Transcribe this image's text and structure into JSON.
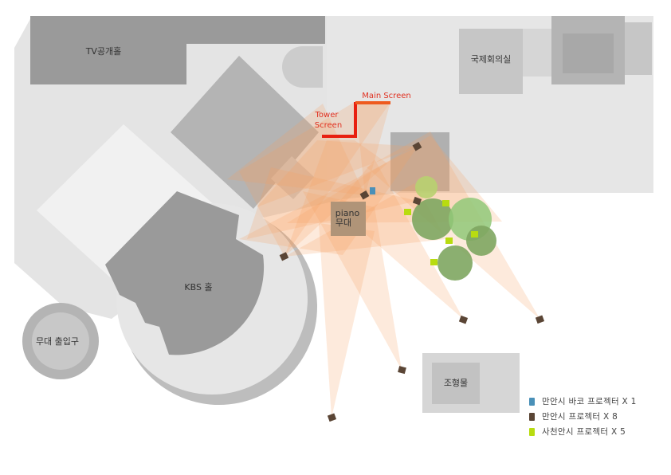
{
  "labels": {
    "tv_hall": "TV공개홀",
    "intl_conf": "국제회의실",
    "main_screen": "Main Screen",
    "tower_line1": "Tower",
    "tower_line2": "Screen",
    "piano_line1": "piano",
    "piano_line2": "무대",
    "kbs_hall": "KBS 홀",
    "stage_entrance": "무대 출입구",
    "sculpture": "조형물"
  },
  "legend": [
    {
      "text": "만안시 바코 프로젝터 X 1",
      "color": "#4a90b8",
      "icon": "projector-barco-icon"
    },
    {
      "text": "만안시 프로젝터 X 8",
      "color": "#5a4535",
      "icon": "projector-brown-icon"
    },
    {
      "text": "사천안시 프로젝터 X 5",
      "color": "#b8dc10",
      "icon": "projector-lime-icon"
    }
  ],
  "colors": {
    "building_light": "#e4e4e4",
    "building_mid": "#c6c6c6",
    "building_dark": "#9a9a9a",
    "screen_red": "#e82010",
    "screen_orange": "#ee5a1e",
    "projection": "#f7a060",
    "tree_light": "#a8cc6a",
    "tree_dark": "#7ea660"
  }
}
